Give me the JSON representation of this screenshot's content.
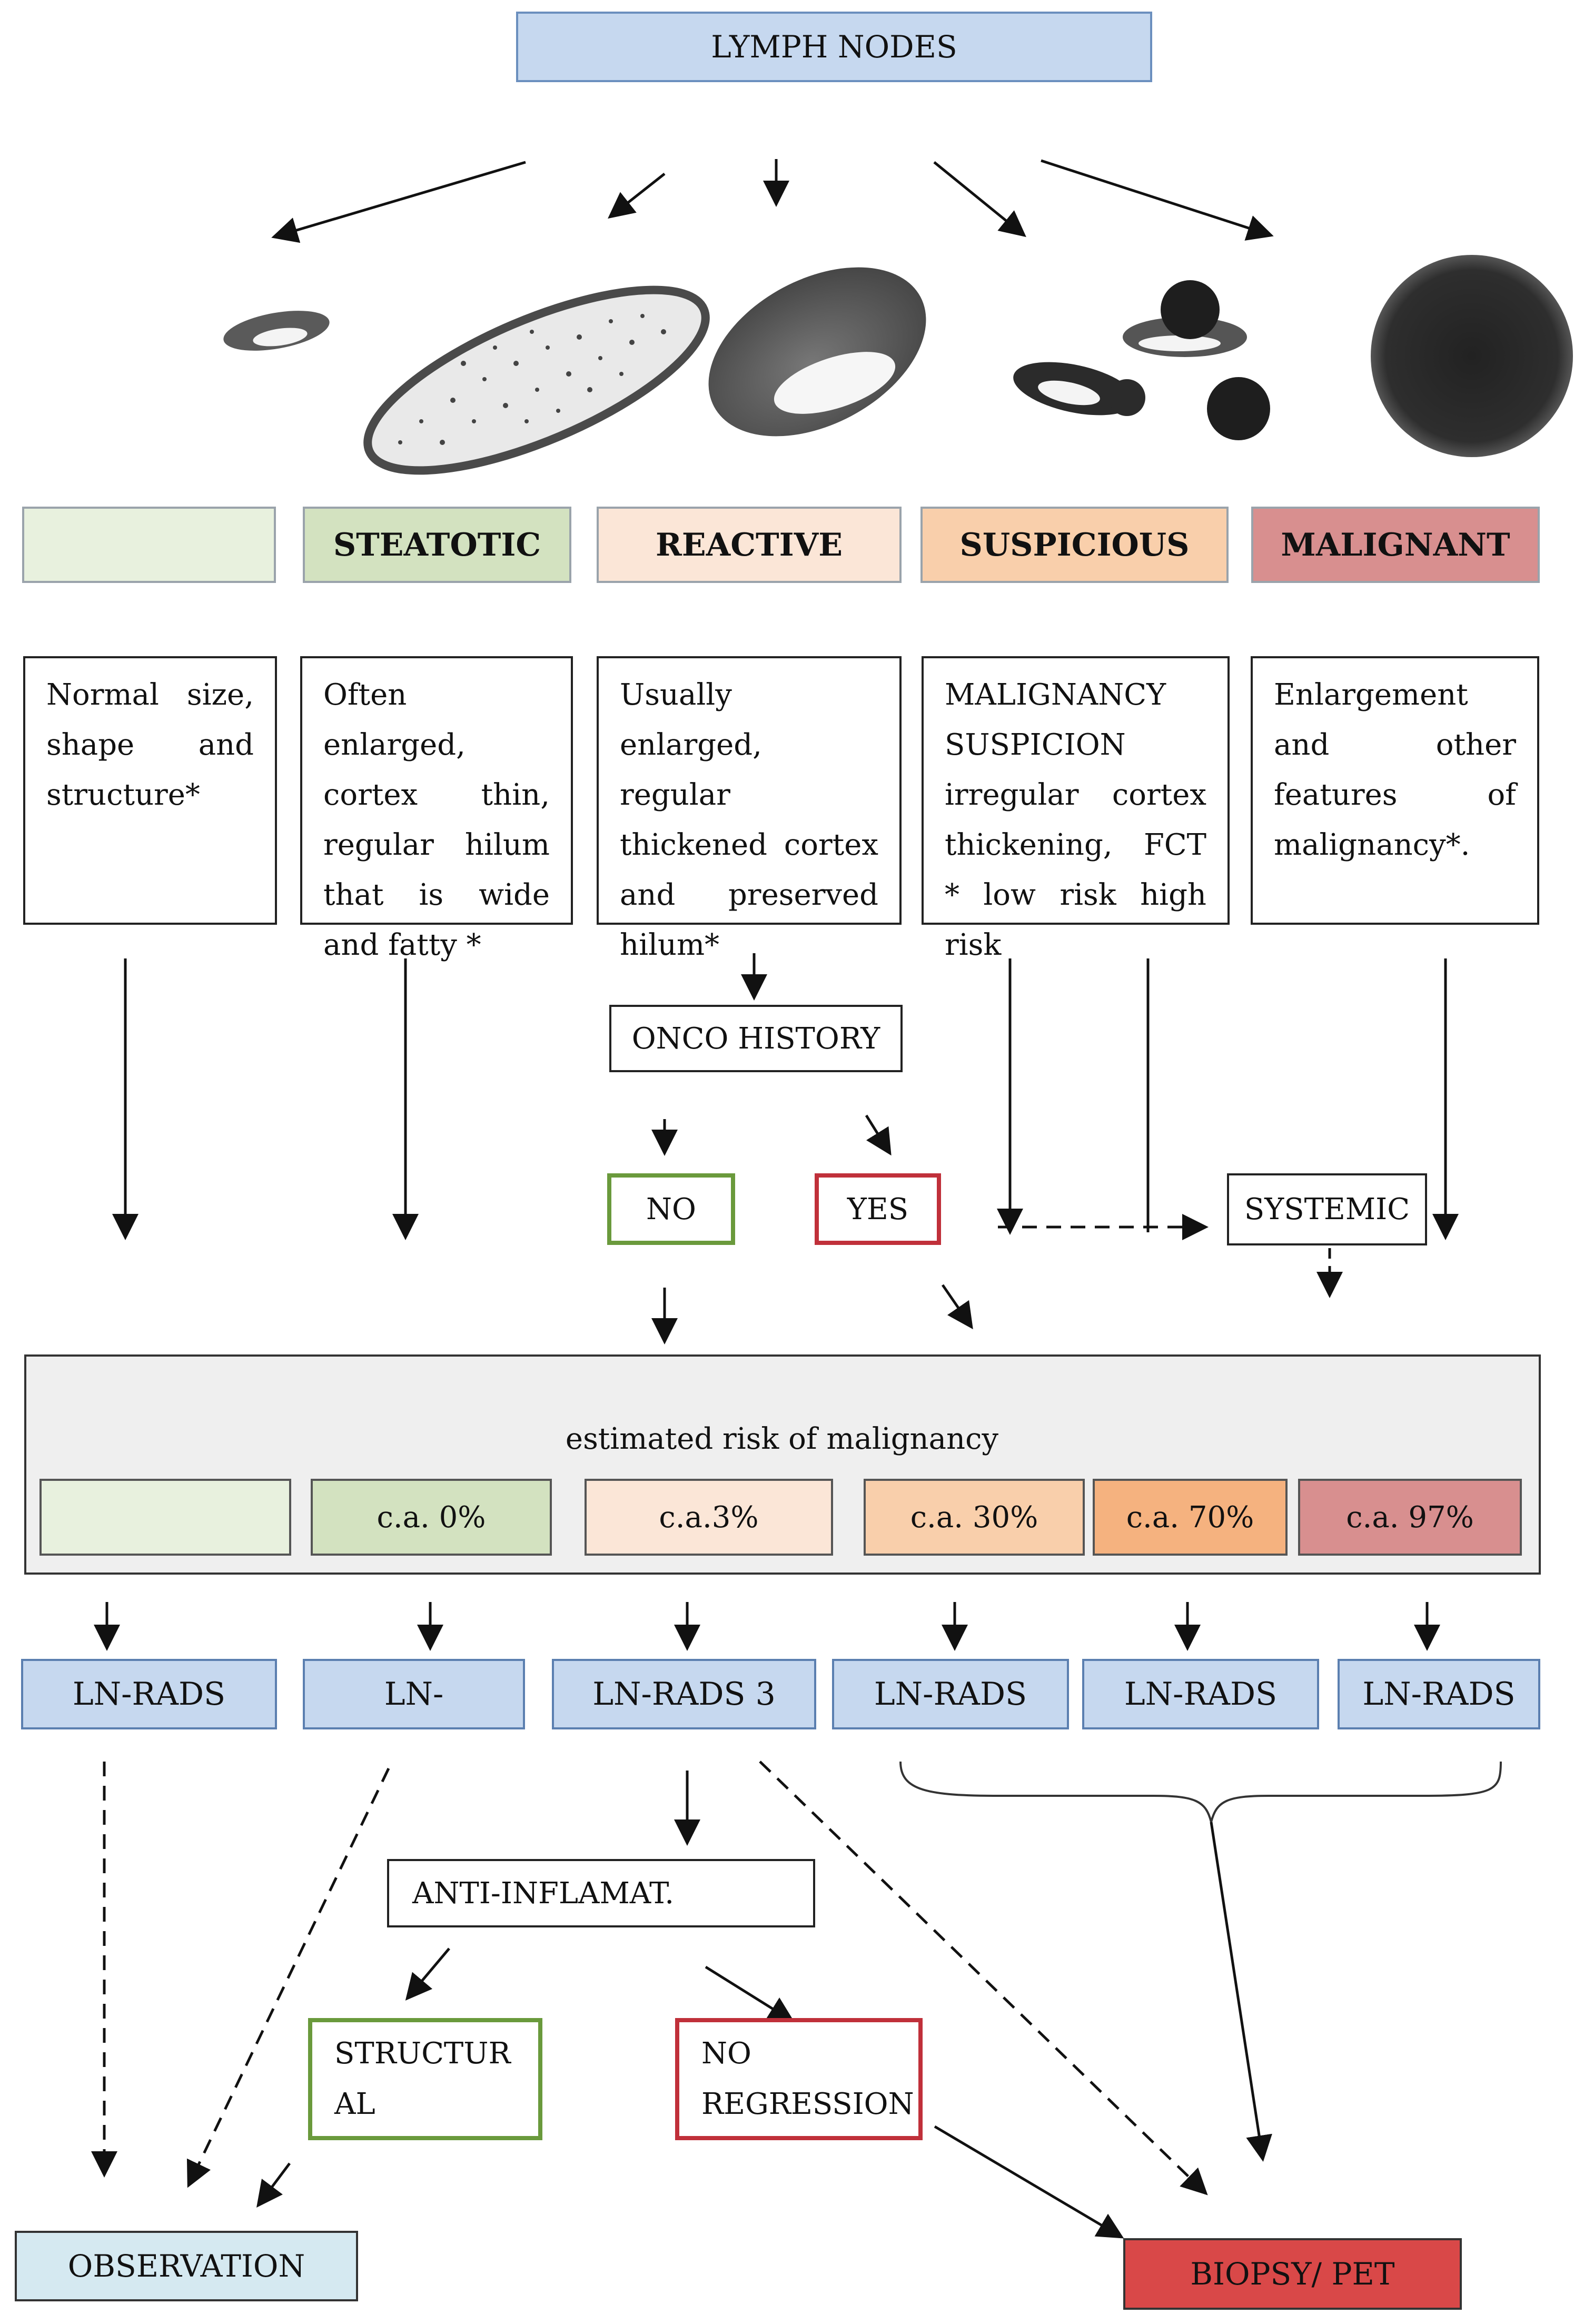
{
  "header": "LYMPH NODES",
  "categories": [
    {
      "label": "",
      "color": "#e8f1de"
    },
    {
      "label": "STEATOTIC",
      "color": "#d3e2c0"
    },
    {
      "label": "REACTIVE",
      "color": "#fbe6d7"
    },
    {
      "label": "SUSPICIOUS",
      "color": "#f9cfab"
    },
    {
      "label": "MALIGNANT",
      "color": "#d88f8f"
    }
  ],
  "descriptions": [
    "Normal size, shape and structure*",
    "Often enlarged, cortex thin, regular hilum that is wide and fatty *",
    "Usually enlarged, regular thickened cortex and preserved hilum*",
    "MALIGNANCY SUSPICION irregular cortex thickening, FCT * low risk high risk",
    "Enlargement and other features of malignancy*."
  ],
  "onco_history": "ONCO HISTORY",
  "no": "NO",
  "yes": "YES",
  "systemic": "SYSTEMIC",
  "risk_panel": {
    "title": "estimated risk of malignancy",
    "values": [
      {
        "label": "",
        "color": "#e8f1de"
      },
      {
        "label": "c.a. 0%",
        "color": "#d3e2c0"
      },
      {
        "label": "c.a.3%",
        "color": "#fbe6d7"
      },
      {
        "label": "c.a. 30%",
        "color": "#f9cfab"
      },
      {
        "label": "c.a. 70%",
        "color": "#f5b27f"
      },
      {
        "label": "c.a. 97%",
        "color": "#d88f8f"
      }
    ]
  },
  "lnrads": [
    "LN-RADS",
    "LN-",
    "LN-RADS 3",
    "LN-RADS",
    "LN-RADS",
    "LN-RADS"
  ],
  "anti_inflammatory": "ANTI-INFLAMAT.",
  "structural": [
    "STRUCTUR",
    "AL"
  ],
  "no_regression": [
    "NO",
    "REGRESSION"
  ],
  "observation": {
    "label": "OBSERVATION",
    "color": "#d5e9f1"
  },
  "biopsy": {
    "label": "BIOPSY/ PET",
    "color": "#d94848"
  }
}
